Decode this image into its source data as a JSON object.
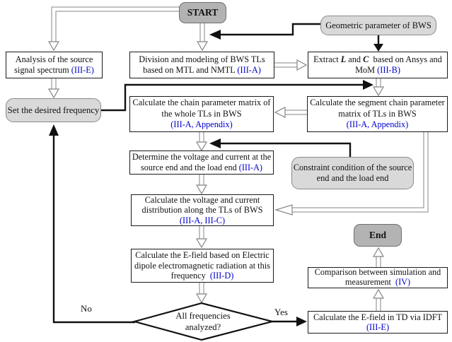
{
  "nodes": {
    "start": {
      "label": "START"
    },
    "geometric": {
      "label": "Geometric parameter of BWS"
    },
    "analysis": {
      "l1": "Analysis of the source",
      "l2": "signal spectrum ",
      "cite": "(III-E)"
    },
    "division": {
      "l1": "Division and modeling of BWS TLs",
      "l2": "based on MTL and NMTL ",
      "cite": "(III-A)"
    },
    "extract": {
      "p1": "Extract ",
      "sym1": "L",
      "p2": " and ",
      "sym2": "C",
      "p3": "  based on Ansys and",
      "l2": "MoM ",
      "cite": "(III-B)"
    },
    "set": {
      "label": "Set the desired frequency"
    },
    "chain": {
      "l1": "Calculate the chain parameter matrix of",
      "l2": "the whole TLs in BWS",
      "cite": "(III-A, Appendix)"
    },
    "segment": {
      "l1": "Calculate the segment chain parameter",
      "l2": "matrix of TLs in BWS",
      "cite": "(III-A, Appendix)"
    },
    "determine": {
      "l1": "Determine the voltage and current at the",
      "l2": "source end and the load end ",
      "cite": "(III-A)"
    },
    "constraint": {
      "l1": "Constraint condition of the source",
      "l2": "end and the load end"
    },
    "distribution": {
      "l1": "Calculate the voltage and current",
      "l2": "distribution along the TLs of BWS",
      "cite": "(III-A, III-C)"
    },
    "efield": {
      "l1": "Calculate the E-field based on Electric",
      "l2": "dipole electromagnetic radiation at this",
      "l3": "frequency  ",
      "cite": "(III-D)"
    },
    "decision": {
      "l1": "All frequencies",
      "l2": "analyzed?"
    },
    "idft": {
      "l1": "Calculate the E-field in TD via IDFT",
      "cite": "(III-E)"
    },
    "comparison": {
      "l1": "Comparison between simulation and",
      "l2": "measurement  ",
      "cite": "(IV)"
    },
    "end": {
      "label": "End"
    }
  },
  "labels": {
    "no": "No",
    "yes": "Yes"
  },
  "colors": {
    "citation_blue": "#0000cc",
    "process_fill": "#ffffff",
    "rounded_fill": "#d9d9d9",
    "terminator_fill": "#b3b3b3",
    "line_black": "#111111",
    "hollow_line_gray": "#858585"
  }
}
